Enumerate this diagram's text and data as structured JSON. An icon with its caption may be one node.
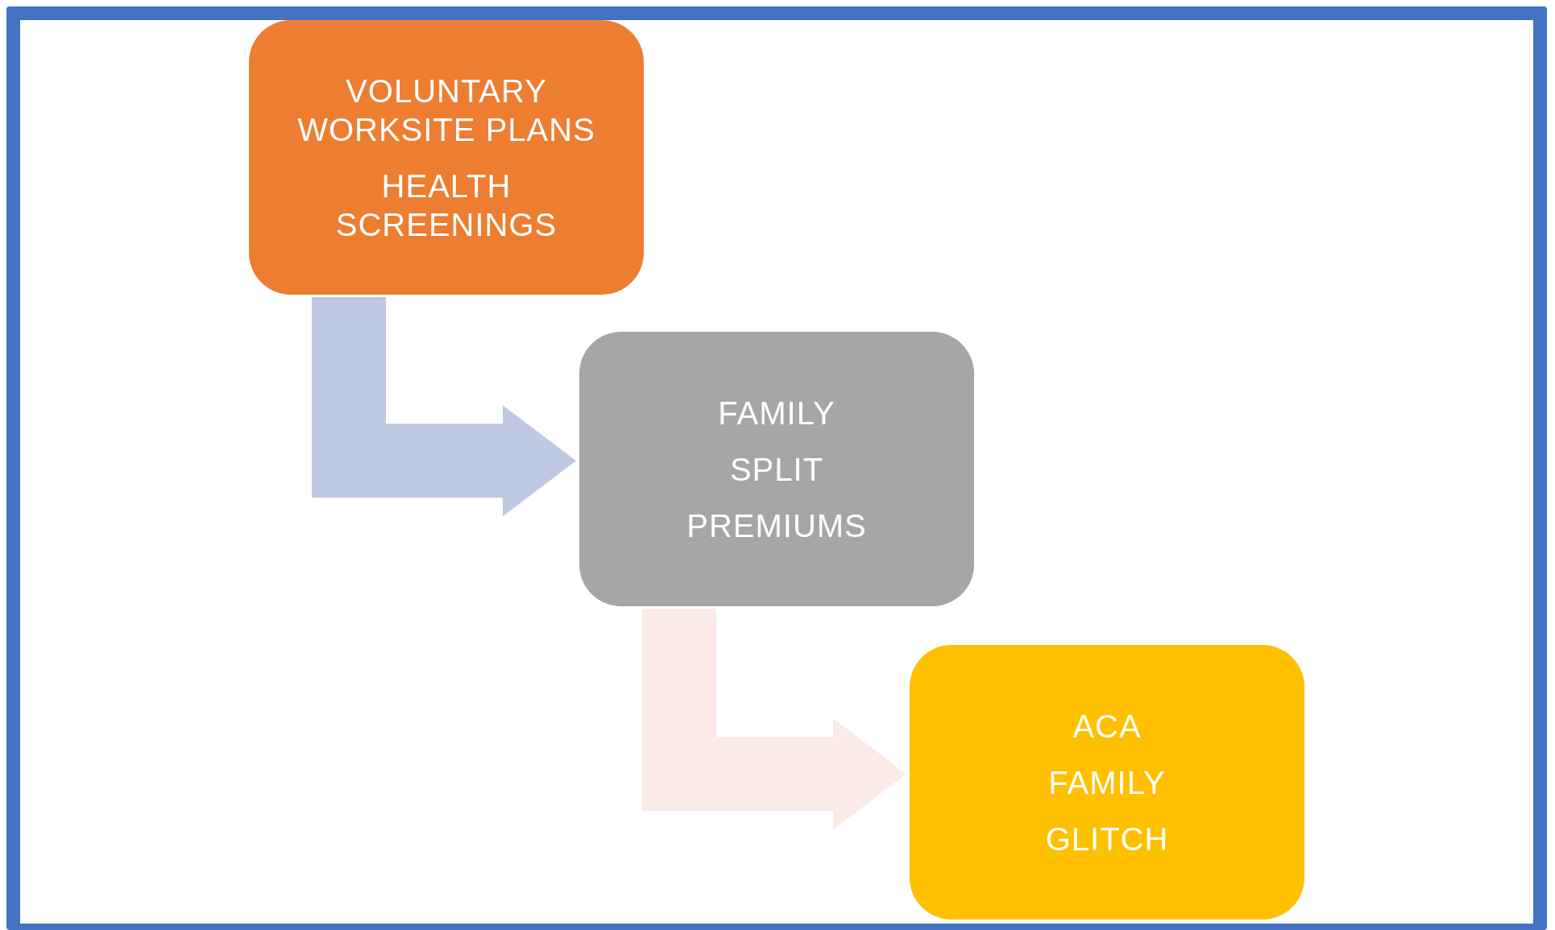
{
  "diagram": {
    "nodes": [
      {
        "text": [
          "VOLUNTARY WORKSITE PLANS",
          "HEALTH SCREENINGS"
        ]
      },
      {
        "text": [
          "FAMILY",
          "SPLIT",
          "PREMIUMS"
        ]
      },
      {
        "text": [
          "ACA",
          "FAMILY",
          "GLITCH"
        ]
      }
    ],
    "edges": [
      {
        "from": 0,
        "to": 1,
        "arrow": "to",
        "style": "thick",
        "color": "#bfc9e3"
      },
      {
        "from": 1,
        "to": 2,
        "arrow": "to",
        "style": "thick",
        "color": "#fbeae6"
      }
    ]
  }
}
